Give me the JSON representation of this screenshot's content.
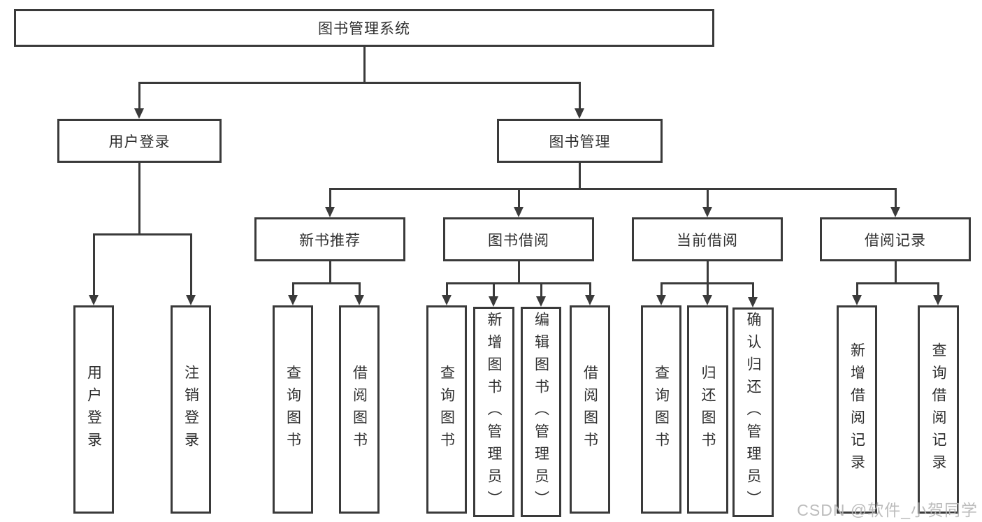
{
  "diagram": {
    "type": "hierarchy-tree",
    "title": "图书管理系统"
  },
  "tree": {
    "root": {
      "label": "图书管理系统"
    },
    "branches": [
      {
        "label": "用户登录",
        "children": [
          {
            "label": "用户登录"
          },
          {
            "label": "注销登录"
          }
        ]
      },
      {
        "label": "图书管理",
        "children": [
          {
            "label": "新书推荐",
            "children": [
              {
                "label": "查询图书"
              },
              {
                "label": "借阅图书"
              }
            ]
          },
          {
            "label": "图书借阅",
            "children": [
              {
                "label": "查询图书"
              },
              {
                "label": "新增图书（管理员）"
              },
              {
                "label": "编辑图书（管理员）"
              },
              {
                "label": "借阅图书"
              }
            ]
          },
          {
            "label": "当前借阅",
            "children": [
              {
                "label": "查询图书"
              },
              {
                "label": "归还图书"
              },
              {
                "label": "确认归还（管理员）"
              }
            ]
          },
          {
            "label": "借阅记录",
            "children": [
              {
                "label": "新增借阅记录"
              },
              {
                "label": "查询借阅记录"
              }
            ]
          }
        ]
      }
    ]
  },
  "watermark": {
    "text": "CSDN @软件_小贺同学"
  },
  "colors": {
    "line": "#3a3a3a",
    "box_background": "#ffffff",
    "text": "#2f2f2f",
    "watermark": "#b5b5b5"
  }
}
